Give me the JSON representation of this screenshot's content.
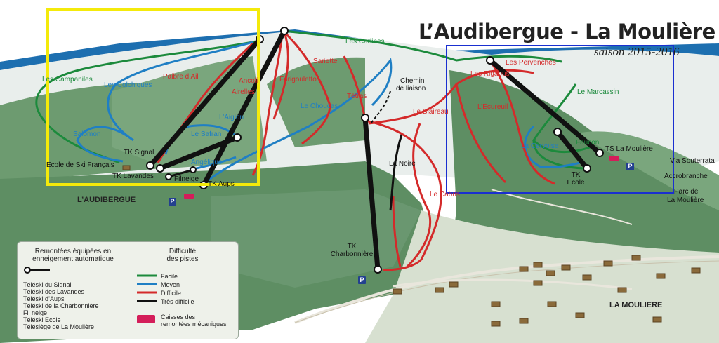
{
  "title": "L’Audibergue - La Moulière",
  "season": "saison 2015-2016",
  "colors": {
    "facile": "#1c8a3c",
    "moyen": "#1f7fc4",
    "difficile": "#d42a2a",
    "tres_difficile": "#111111",
    "highlight_frame": "#f4ea0b",
    "selection_frame": "#1a2fd0"
  },
  "places": {
    "audibergue": "L’AUDIBERGUE",
    "mouliere": "LA MOULIERE",
    "via_souterrata": "Via Souterrata",
    "accrobranche": "Accrobranche",
    "parc_line1": "Parc de",
    "parc_line2": "La Moulière",
    "ecole_ski": "Ecole de Ski Français",
    "chemin_line1": "Chemin",
    "chemin_line2": "de liaison",
    "parking": "P"
  },
  "pistes": {
    "green": [
      "Les Campaniles",
      "Les Carlines",
      "Le Marcassin",
      "Faucon"
    ],
    "blue": [
      "Les Colchiques",
      "Salomon",
      "L’Aiglon",
      "Le Safran",
      "Le Choucas",
      "La Cervoise",
      "Angélique"
    ],
    "red": [
      "Paibre d’Ail",
      "Ancoli",
      "Airelles",
      "Farigouletto",
      "Sariette",
      "Tétras",
      "Le Blaireau",
      "Les Pervenches",
      "Les Rigaous",
      "L’Ecureuil",
      "Le Cabris"
    ],
    "black": [
      "La Noire"
    ]
  },
  "lifts": [
    "TK Signal",
    "TK Lavandes",
    "Filneige",
    "TK Aups",
    "TK Charbonnière",
    "TK Ecole",
    "TS La Moulière"
  ],
  "legend": {
    "lifts_title_line1": "Remontées équipées en",
    "lifts_title_line2": "enneigement automatique",
    "lifts": [
      "Téléski du Signal",
      "Téléski des Lavandes",
      "Téléski d’Aups",
      "Téléski de la Charbonnière",
      "Fil neige",
      "Téléski Ecole",
      "Télésiège de La Moulière"
    ],
    "difficulty_title_line1": "Difficulté",
    "difficulty_title_line2": "des pistes",
    "levels": [
      "Facile",
      "Moyen",
      "Difficile",
      "Très difficile"
    ],
    "cash_line1": "Caisses des",
    "cash_line2": "remontées mécaniques"
  }
}
